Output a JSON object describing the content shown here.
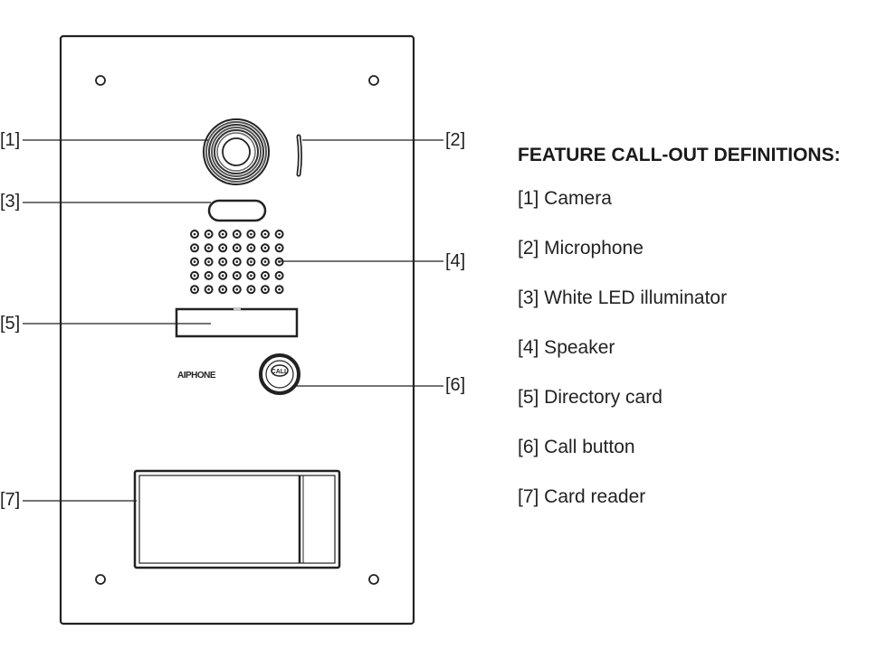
{
  "device": {
    "brand_label": "AIPHONE",
    "call_button_label": "CALL"
  },
  "callouts": [
    {
      "id": "1",
      "tag": "[1]"
    },
    {
      "id": "2",
      "tag": "[2]"
    },
    {
      "id": "3",
      "tag": "[3]"
    },
    {
      "id": "4",
      "tag": "[4]"
    },
    {
      "id": "5",
      "tag": "[5]"
    },
    {
      "id": "6",
      "tag": "[6]"
    },
    {
      "id": "7",
      "tag": "[7]"
    }
  ],
  "legend": {
    "title": "FEATURE CALL-OUT DEFINITIONS:",
    "items": [
      "[1] Camera",
      "[2] Microphone",
      "[3] White LED illuminator",
      "[4] Speaker",
      "[5] Directory card",
      "[6] Call button",
      "[7] Card reader"
    ]
  }
}
